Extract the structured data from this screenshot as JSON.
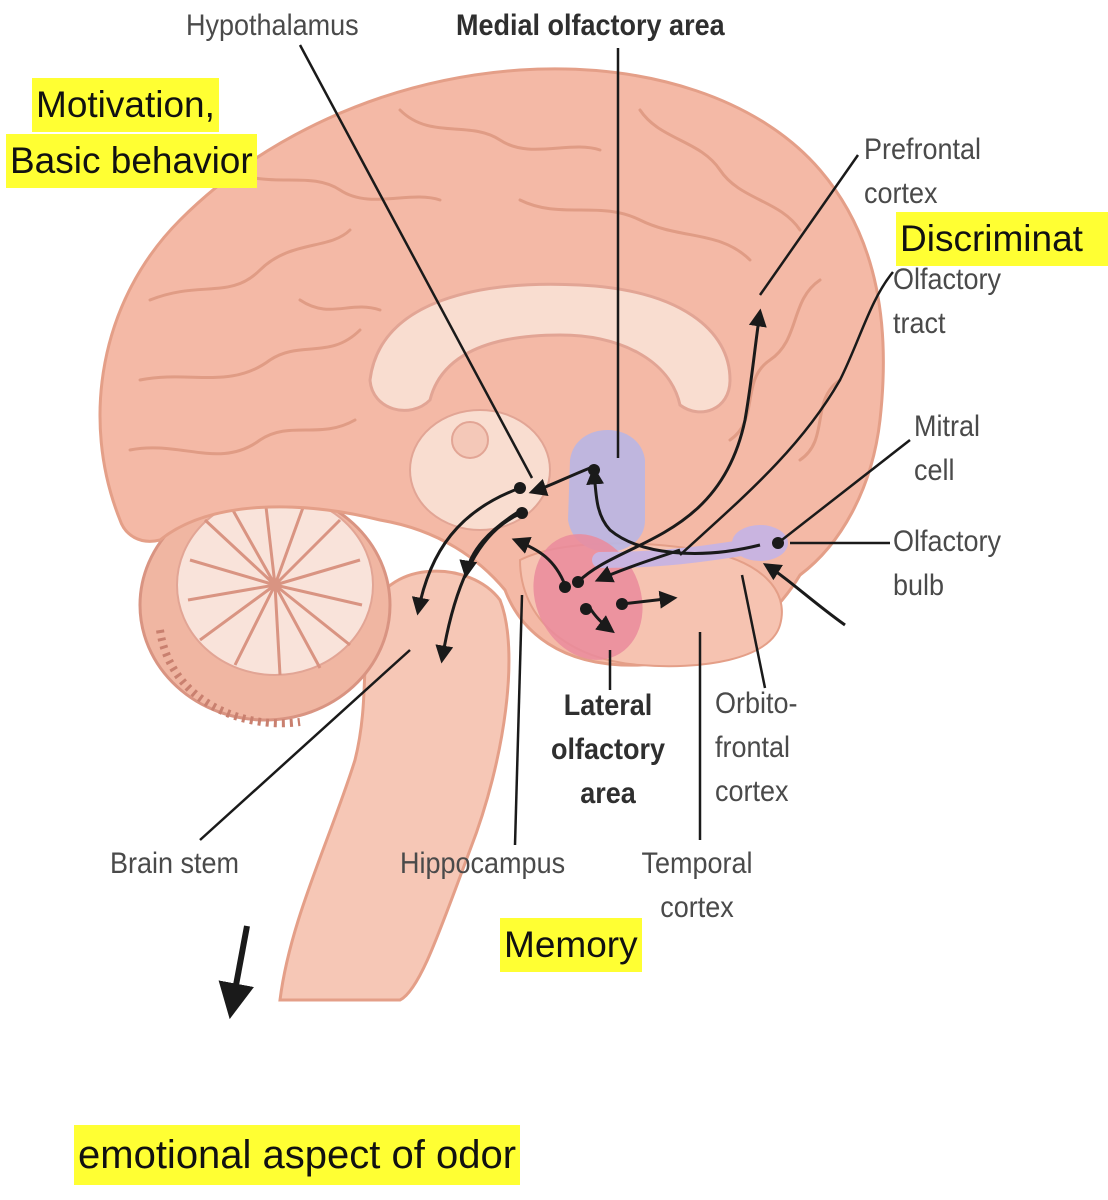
{
  "labels": {
    "hypothalamus": "Hypothalamus",
    "medial_olfactory_area": "Medial olfactory area",
    "prefrontal_cortex": [
      "Prefrontal",
      "cortex"
    ],
    "olfactory_tract": [
      "Olfactory",
      "tract"
    ],
    "mitral_cell": [
      "Mitral",
      "cell"
    ],
    "olfactory_bulb": [
      "Olfactory",
      "bulb"
    ],
    "orbitofrontal_cortex": [
      "Orbito-",
      "frontal",
      "cortex"
    ],
    "lateral_olfactory_area": [
      "Lateral",
      "olfactory",
      "area"
    ],
    "brain_stem": "Brain stem",
    "hippocampus": "Hippocampus",
    "temporal_cortex": [
      "Temporal",
      "cortex"
    ]
  },
  "annotations": {
    "motivation": [
      "Motivation,",
      "Basic behavior"
    ],
    "discrimination": "Discriminat",
    "memory": "Memory",
    "emotional": "emotional aspect of odor"
  },
  "colors": {
    "cortex": "#f4b9a6",
    "cortex_outline": "#e49f88",
    "medial_area": "#b9b6e4",
    "lateral_area": "#ea8b9c",
    "highlight": "#ffff33"
  }
}
